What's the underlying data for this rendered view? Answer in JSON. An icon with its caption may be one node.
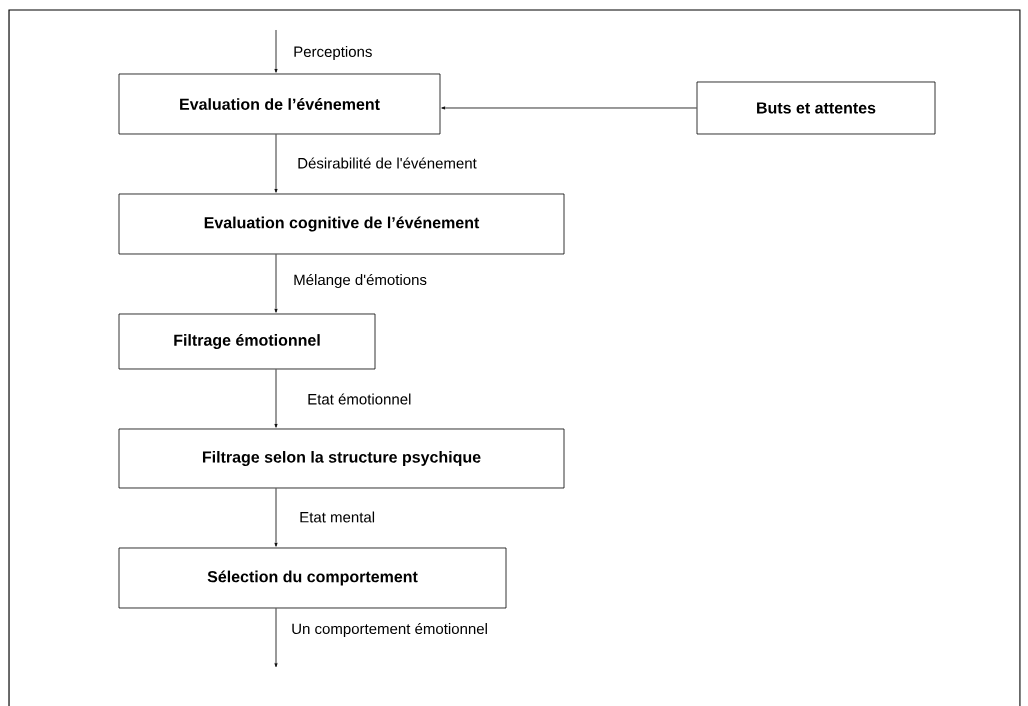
{
  "diagram": {
    "nodes": [
      {
        "text": [
          "Evaluation de l’événement"
        ]
      },
      {
        "text": [
          "Buts et attentes"
        ]
      },
      {
        "text": [
          "Evaluation cognitive de l’événement"
        ]
      },
      {
        "text": [
          "Filtrage émotionnel"
        ]
      },
      {
        "text": [
          "Filtrage selon la structure psychique"
        ]
      },
      {
        "text": [
          "Sélection du comportement"
        ]
      }
    ],
    "edges": [
      {
        "from": null,
        "to": 0,
        "arrow": "to",
        "label": "Perceptions"
      },
      {
        "from": 1,
        "to": 0,
        "arrow": "to"
      },
      {
        "from": 0,
        "to": 2,
        "arrow": "to",
        "label": "Désirabilité de l'événement"
      },
      {
        "from": 2,
        "to": 3,
        "arrow": "to",
        "label": "Mélange d'émotions"
      },
      {
        "from": 3,
        "to": 4,
        "arrow": "to",
        "label": "Etat émotionnel"
      },
      {
        "from": 4,
        "to": 5,
        "arrow": "to",
        "label": "Etat mental"
      },
      {
        "from": 5,
        "to": null,
        "arrow": "to",
        "label": "Un comportement émotionnel"
      }
    ]
  }
}
